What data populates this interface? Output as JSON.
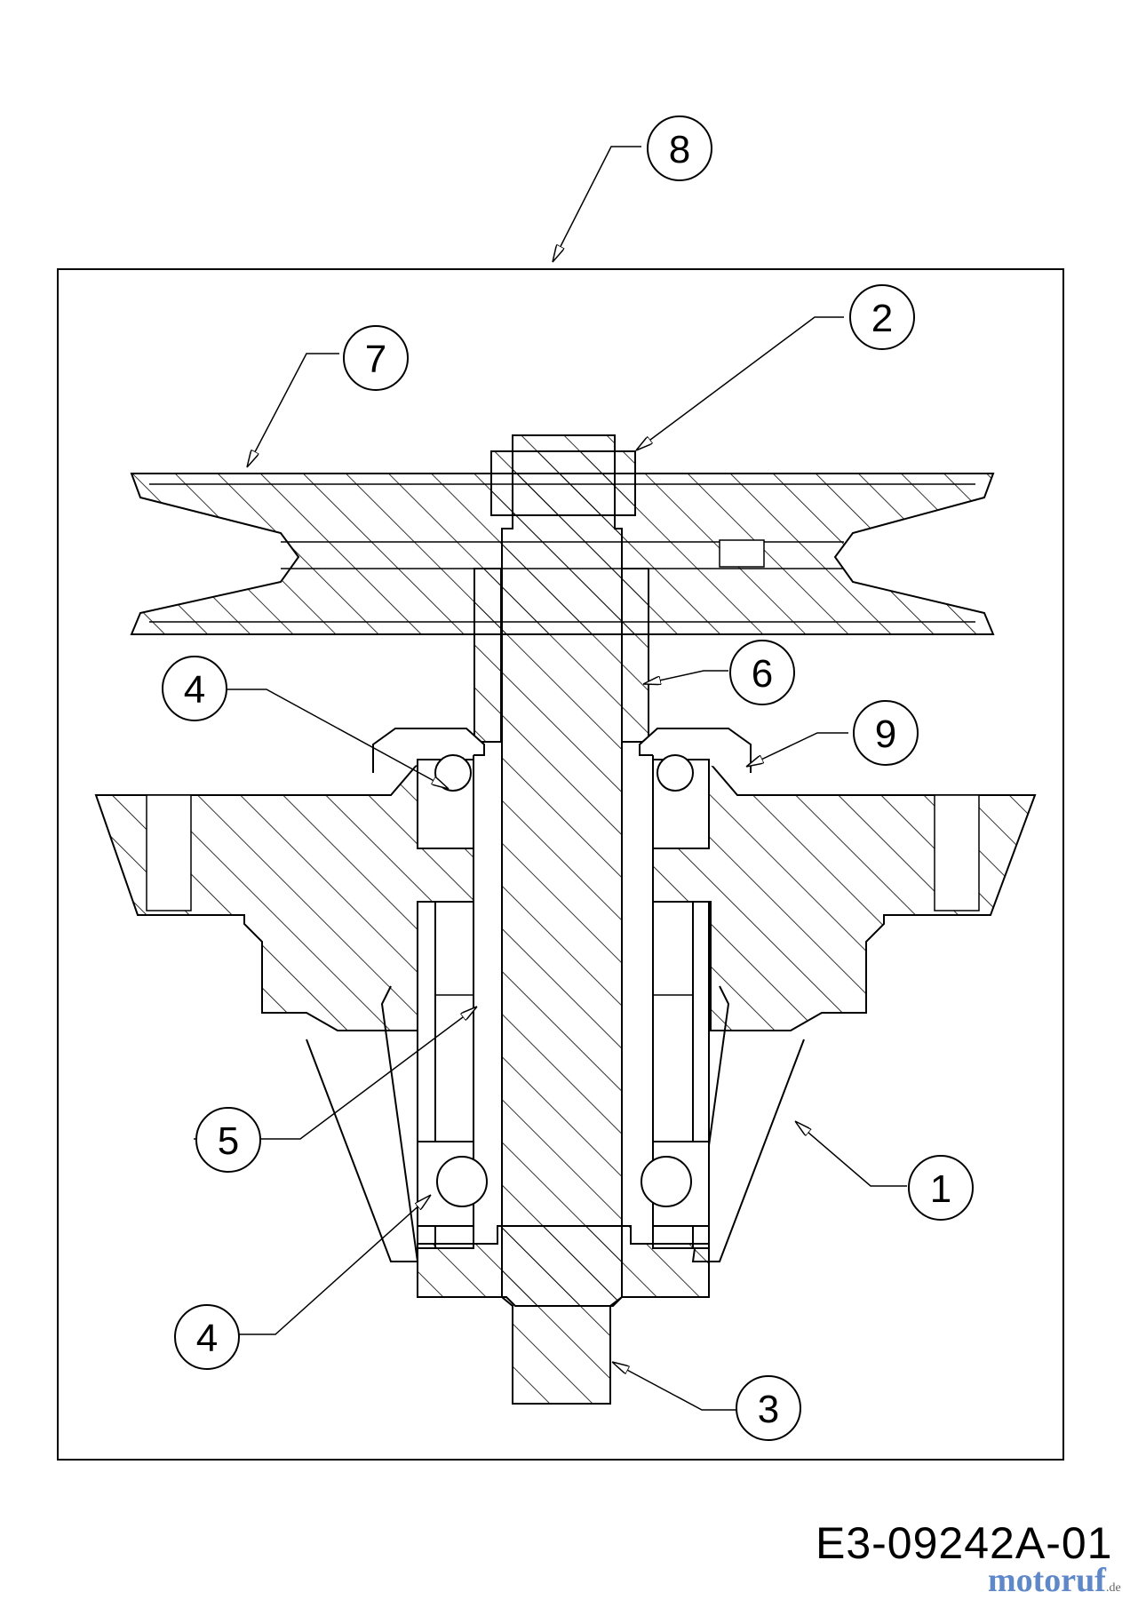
{
  "callouts": [
    {
      "id": "callout-1",
      "label": "1"
    },
    {
      "id": "callout-2",
      "label": "2"
    },
    {
      "id": "callout-3",
      "label": "3"
    },
    {
      "id": "callout-4-upper",
      "label": "4"
    },
    {
      "id": "callout-4-lower",
      "label": "4"
    },
    {
      "id": "callout-5",
      "label": "5"
    },
    {
      "id": "callout-6",
      "label": "6"
    },
    {
      "id": "callout-7",
      "label": "7"
    },
    {
      "id": "callout-8",
      "label": "8"
    },
    {
      "id": "callout-9",
      "label": "9"
    }
  ],
  "drawing_code": "E3-09242A-01",
  "watermark": {
    "brand": "motoruf",
    "tld": ".de"
  },
  "colors": {
    "line": "#000000",
    "background": "#ffffff",
    "watermark": "#5f88c8"
  }
}
